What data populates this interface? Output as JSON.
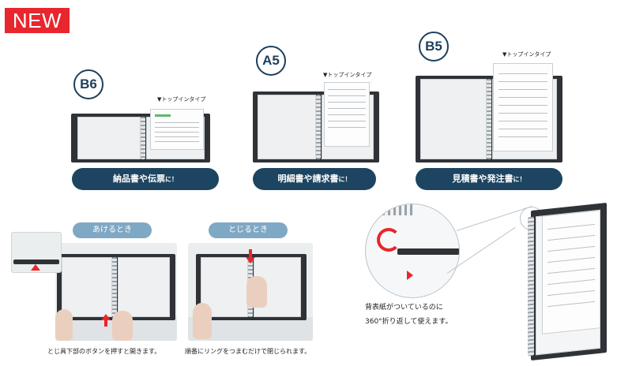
{
  "badge": {
    "new": "NEW"
  },
  "sizes": [
    {
      "label": "B6",
      "top_label": "▼トップインタイプ",
      "pill_main": "納品書や伝票",
      "pill_suffix": "に！"
    },
    {
      "label": "A5",
      "top_label": "▼トップインタイプ",
      "pill_main": "明細書や請求書",
      "pill_suffix": "に！"
    },
    {
      "label": "B5",
      "top_label": "▼トップインタイプ",
      "pill_main": "見積書や発注書",
      "pill_suffix": "に！"
    }
  ],
  "usage": {
    "open": {
      "tab": "あけるとき",
      "caption": "とじ具下部のボタンを押すと開きます。"
    },
    "close": {
      "tab": "とじるとき",
      "caption": "順番にリングをつまむだけで閉じられます。"
    }
  },
  "feature": {
    "line1": "背表紙がついているのに",
    "line2": "360°折り返して使えます。"
  },
  "colors": {
    "navy": "#1d4561",
    "red": "#e8262d",
    "binder": "#2f3236",
    "tab": "#7fa8c4"
  }
}
